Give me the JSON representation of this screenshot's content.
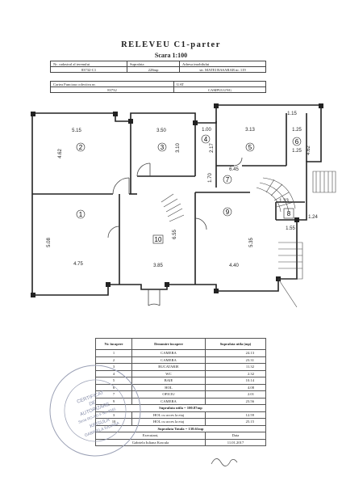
{
  "doc": {
    "title": "RELEVEU C1-parter",
    "scale": "Scara 1:100"
  },
  "header_table": {
    "nr_cadastral_label": "Nr. cadastral al terenului",
    "suprafata_label": "Suprafata",
    "adresa_label": "Adresa imobilului",
    "nr_cadastral_value": "83732-C1",
    "suprafata_value": "228mp",
    "adresa_value": "str. MATEI BASARAB nr. 119",
    "cf_label": "Cartea Funciara colectiva nr.",
    "uat_label": "UAT",
    "cf_value": "83732",
    "uat_value": "CAMPULUNG"
  },
  "plan": {
    "dims": {
      "d1": "5.15",
      "d2": "3.50",
      "d3": "1.00",
      "d4": "3.13",
      "d5": "1.25",
      "d6": "4.62",
      "d7": "3.10",
      "d8": "2.17",
      "d9": "1.25",
      "d10": "1.15",
      "d11": "6.45",
      "d12": "1.70",
      "d13": "5.08",
      "d14": "4.75",
      "d15": "3.85",
      "d16": "4.40",
      "d17": "5.35",
      "d18": "6.55",
      "d19": "1.55",
      "d20": "1.33",
      "d21": "1.24",
      "d22": "4.62"
    },
    "rooms": {
      "r1": "1",
      "r2": "2",
      "r3": "3",
      "r4": "4",
      "r5": "5",
      "r6": "6",
      "r7": "7",
      "r8": "8",
      "r9": "9",
      "r10": "10"
    }
  },
  "rooms_table": {
    "head_nr": "Nr. încapere",
    "head_den": "Denumire încapere",
    "head_sup": "Suprafata utila (mp)",
    "rows": [
      {
        "nr": "1",
        "den": "CAMERA",
        "sup": "24.13"
      },
      {
        "nr": "2",
        "den": "CAMERA",
        "sup": "23.31"
      },
      {
        "nr": "3",
        "den": "BUCATARIE",
        "sup": "11.32"
      },
      {
        "nr": "4",
        "den": "WC",
        "sup": "2.32"
      },
      {
        "nr": "5",
        "den": "BAIE",
        "sup": "10.14"
      },
      {
        "nr": "6",
        "den": "HOL",
        "sup": "4.08"
      },
      {
        "nr": "7",
        "den": "OFICIU",
        "sup": "2.01"
      },
      {
        "nr": "9",
        "den": "CAMERA",
        "sup": "23.56"
      }
    ],
    "util_total": "Suprafata utila = 100.87mp",
    "rows2": [
      {
        "nr": "3",
        "den": "HOL cu acces la etaj",
        "sup": "12.59"
      },
      {
        "nr": "10",
        "den": "HOL cu acces la etaj",
        "sup": "25.15"
      }
    ],
    "total": "Suprafata Totala = 138.61mp",
    "executant_label": "Executant,",
    "executant_name": "Gabriela Iuliana Kracula",
    "data_label": "Data",
    "data_value": "11.01.2017"
  },
  "stamp": {
    "line1": "CERTIFICAT",
    "line2": "DE",
    "line3": "AUTORIZARE",
    "line4": "Seria RO-AG-F Nr. 0045",
    "line5": "KRISULA",
    "line6": "GABRIELA IULIANA"
  }
}
